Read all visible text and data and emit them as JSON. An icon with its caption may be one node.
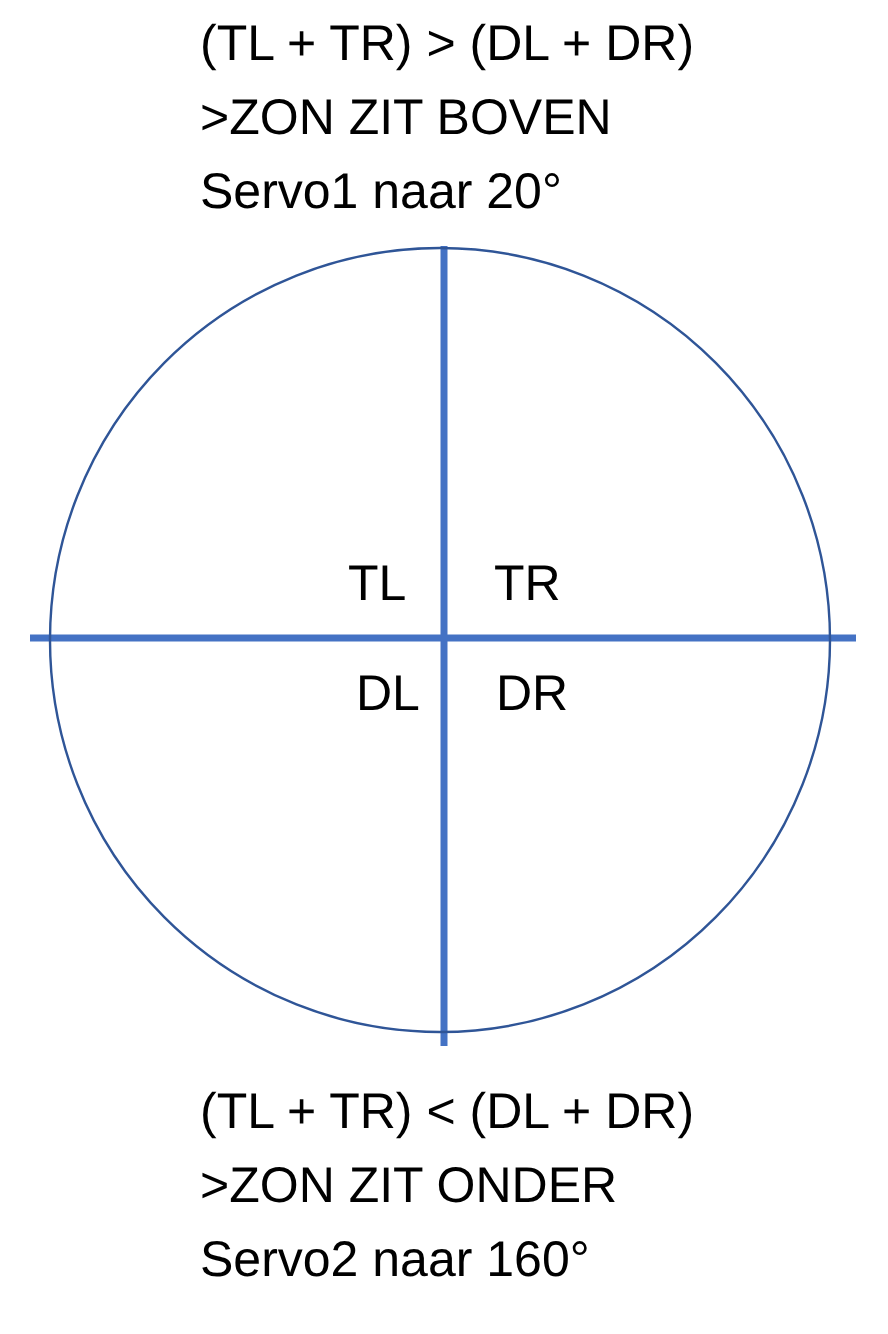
{
  "diagram": {
    "nodes": [
      {
        "text": [
          "TL",
          "TR",
          "DL",
          "DR"
        ]
      }
    ],
    "labels": [
      "(TL + TR) > (DL + DR)",
      ">ZON ZIT BOVEN",
      "Servo1 naar 20°",
      "(TL + TR) < (DL + DR)",
      ">ZON ZIT ONDER",
      "Servo2 naar 160°"
    ]
  }
}
